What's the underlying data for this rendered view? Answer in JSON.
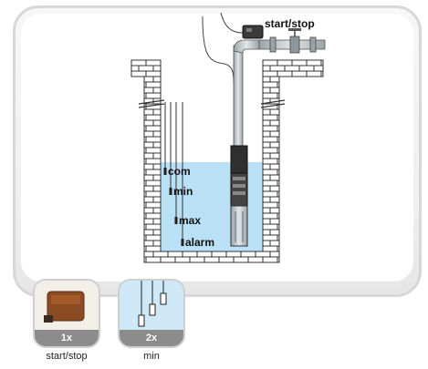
{
  "diagram": {
    "labels": {
      "start_stop": "start/stop",
      "com": "com",
      "min": "min",
      "max": "max",
      "alarm": "alarm"
    },
    "colors": {
      "water": "#b9e0f5",
      "brick": "#ffffff",
      "pipe": "#c9cfd3",
      "outline": "#333333"
    }
  },
  "cards": [
    {
      "count": "1x",
      "caption": "start/stop",
      "icon": "control-box-icon"
    },
    {
      "count": "2x",
      "caption": "min",
      "icon": "float-switch-icon"
    }
  ]
}
